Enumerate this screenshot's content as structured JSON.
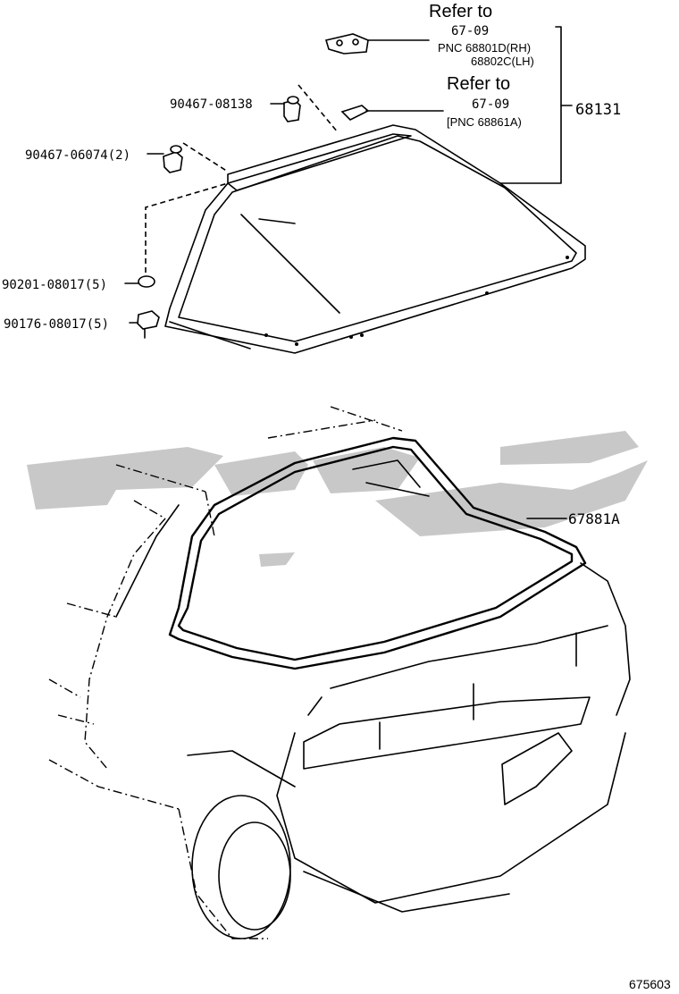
{
  "labels": {
    "refer_to_1": "Refer to",
    "ref_1_page": "67-09",
    "ref_1_pnc_rh": "PNC 68801D(RH)",
    "ref_1_pnc_lh": "68802C(LH)",
    "refer_to_2": "Refer to",
    "ref_2_page": "67-09",
    "ref_2_pnc": "[PNC 68861A)",
    "part_68131": "68131",
    "part_90467_08138": "90467-08138",
    "part_90467_06074": "90467-06074(2)",
    "part_90201_08017": "90201-08017(5)",
    "part_90176_08017": "90176-08017(5)",
    "part_67881a": "67881A",
    "diagram_id": "675603"
  },
  "icons": {
    "hinge_rh": "hinge-icon",
    "stay_bracket": "bracket-icon",
    "clip_a": "clip-icon",
    "clip_b": "clip-icon",
    "washer": "washer-icon",
    "nut": "nut-icon"
  },
  "colors": {
    "line": "#000000",
    "watermark": "#c8c8c8",
    "background": "#ffffff"
  }
}
